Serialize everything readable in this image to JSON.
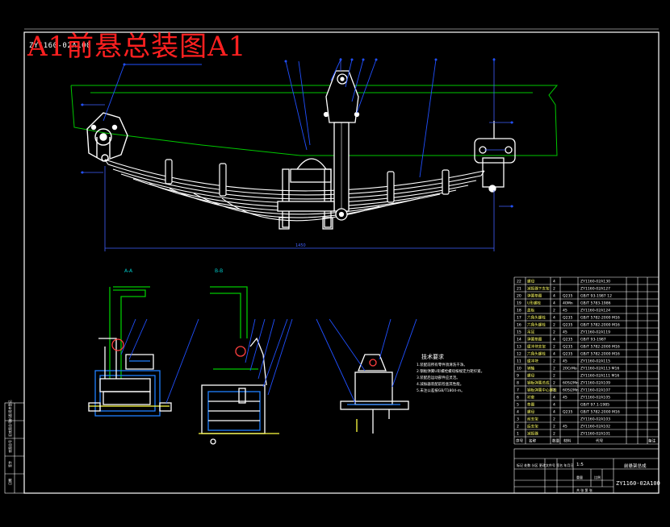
{
  "title": "A1前悬总装图A1",
  "doc_code": "ZY1160-02A100",
  "dim_labels": {
    "overall_length": "1450",
    "section_a": "A-A",
    "section_b": "B-B"
  },
  "notes": {
    "title": "技术要求",
    "lines": [
      "1.装配前所有零件须清洗干净。",
      "2.钢板弹簧U形螺栓螺母按规定力矩拧紧。",
      "3.装配后运动部件应灵活。",
      "4.减振器装配前检查其性能。",
      "5.未注公差按GB/T1804-m。"
    ]
  },
  "bom": {
    "rows": [
      {
        "no": "22",
        "name": "螺母",
        "qty": "4",
        "mat": "",
        "code": "ZY1160-02A130"
      },
      {
        "no": "21",
        "name": "减振器下支架",
        "qty": "2",
        "mat": "",
        "code": "ZY1160-02A127"
      },
      {
        "no": "20",
        "name": "弹簧垫圈",
        "qty": "4",
        "mat": "Q235",
        "code": "GB/T 93-1987 12"
      },
      {
        "no": "19",
        "name": "U形螺栓",
        "qty": "4",
        "mat": "40Mn",
        "code": "GB/T 5783-1986"
      },
      {
        "no": "18",
        "name": "盖板",
        "qty": "2",
        "mat": "45",
        "code": "ZY1160-02A124"
      },
      {
        "no": "17",
        "name": "六角头螺栓",
        "qty": "4",
        "mat": "Q235",
        "code": "GB/T 5782-2000 M16"
      },
      {
        "no": "16",
        "name": "六角头螺栓",
        "qty": "2",
        "mat": "Q235",
        "code": "GB/T 5782-2000 M16"
      },
      {
        "no": "15",
        "name": "吊耳",
        "qty": "2",
        "mat": "45",
        "code": "ZY1160-02A119"
      },
      {
        "no": "14",
        "name": "弹簧垫圈",
        "qty": "4",
        "mat": "Q235",
        "code": "GB/T 93-1987"
      },
      {
        "no": "13",
        "name": "缓冲块支架",
        "qty": "2",
        "mat": "Q235",
        "code": "GB/T 5782-2000 M16"
      },
      {
        "no": "12",
        "name": "六角头螺栓",
        "qty": "4",
        "mat": "Q235",
        "code": "GB/T 5782-2000 M16"
      },
      {
        "no": "11",
        "name": "缓冲块",
        "qty": "2",
        "mat": "45",
        "code": "ZY1160-02A115"
      },
      {
        "no": "10",
        "name": "销轴",
        "qty": "2",
        "mat": "20CrMo",
        "code": "ZY1160-02A113 M16"
      },
      {
        "no": "9",
        "name": "螺母",
        "qty": "2",
        "mat": "",
        "code": "ZY1160-02A111 M16"
      },
      {
        "no": "8",
        "name": "钢板弹簧总成",
        "qty": "2",
        "mat": "60Si2Mn",
        "code": "ZY1160-02A109"
      },
      {
        "no": "7",
        "name": "钢板弹簧中心螺栓",
        "qty": "2",
        "mat": "60Si2Mn",
        "code": "ZY1160-02A107"
      },
      {
        "no": "6",
        "name": "衬套",
        "qty": "4",
        "mat": "45",
        "code": "ZY1160-02A105"
      },
      {
        "no": "5",
        "name": "垫圈",
        "qty": "4",
        "mat": "",
        "code": "GB/T 97.1-1985"
      },
      {
        "no": "4",
        "name": "螺母",
        "qty": "4",
        "mat": "Q235",
        "code": "GB/T 5782-2000 M16"
      },
      {
        "no": "3",
        "name": "前支架",
        "qty": "2",
        "mat": "",
        "code": "ZY1160-02A103"
      },
      {
        "no": "2",
        "name": "后支架",
        "qty": "2",
        "mat": "45",
        "code": "ZY1160-02A102"
      },
      {
        "no": "1",
        "name": "减振器",
        "qty": "2",
        "mat": "",
        "code": "ZY1160-02A101"
      }
    ],
    "header": {
      "no": "序号",
      "name": "名称",
      "qty": "数量",
      "mat": "材料",
      "code": "代号",
      "remark": "备注"
    }
  },
  "title_block": {
    "drawing_name": "前悬架总成",
    "drawing_code": "ZY1160-02A100",
    "scale": "1:5",
    "weight": "重量",
    "ratio": "比例",
    "sheets": "共 张 第 张",
    "company": "标记  处数  分区  更改文件号  签名  年月日"
  },
  "rev_block": {
    "labels": [
      "借(通)用件登记",
      "旧底图总号",
      "底图总号",
      "签字",
      "日期"
    ]
  },
  "colors": {
    "frame": "#ffffff",
    "spring": "#ffffff",
    "chassis": "#00c800",
    "dimension": "#4060ff",
    "leader": "#2050ff",
    "title": "#ff2020",
    "bracket": "#2080ff",
    "pin": "#ffff40"
  }
}
